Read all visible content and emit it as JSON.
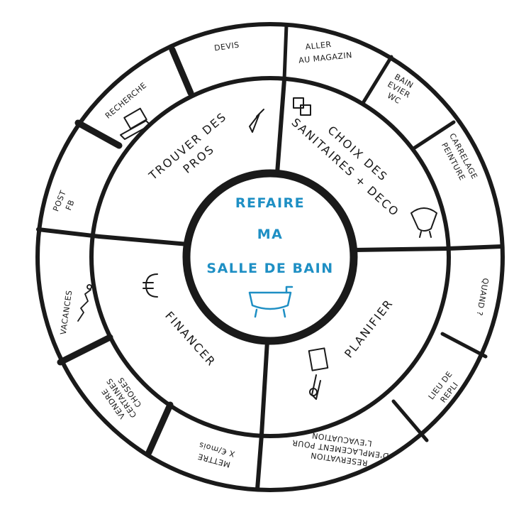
{
  "center": {
    "lines": [
      "REFAIRE",
      "MA",
      "SALLE DE BAIN"
    ],
    "color": "#1e8fc4",
    "icon": "bathtub-icon"
  },
  "middle_ring": [
    {
      "lines": [
        "TROUVER DES",
        "PROS"
      ],
      "icon": "trowel-icon"
    },
    {
      "lines": [
        "CHOIX DES",
        "SANITAIRES + DECO"
      ],
      "icon": "squares-icon"
    },
    {
      "lines": [
        "PLANIFIER"
      ],
      "icon": "calendar-pencil-icon"
    },
    {
      "lines": [
        "FINANCER"
      ],
      "icon": "euro-icon"
    }
  ],
  "outer_ring": [
    {
      "lines": [
        "DEVIS"
      ]
    },
    {
      "lines": [
        "ALLER",
        "AU MAGAZIN"
      ]
    },
    {
      "lines": [
        "BAIN",
        "EVIER",
        "WC"
      ]
    },
    {
      "lines": [
        "CARRELAGE",
        "PEINTURE"
      ]
    },
    {
      "lines": [
        "QUAND ?"
      ]
    },
    {
      "lines": [
        "LIEU DE",
        "REPLI"
      ]
    },
    {
      "lines": [
        "RESERVATION",
        "D'EMPLACEMENT POUR",
        "L'EVACUATION"
      ]
    },
    {
      "lines": [
        "METTRE",
        "X €/mois"
      ]
    },
    {
      "lines": [
        "VENDRE",
        "CERTAINES",
        "CHOSES"
      ]
    },
    {
      "lines": [
        "VACANCES"
      ]
    },
    {
      "lines": [
        "POST",
        "FB"
      ]
    },
    {
      "lines": [
        "RECHERCHE"
      ]
    }
  ],
  "colors": {
    "ink": "#1a1a1a",
    "accent": "#1e8fc4"
  }
}
